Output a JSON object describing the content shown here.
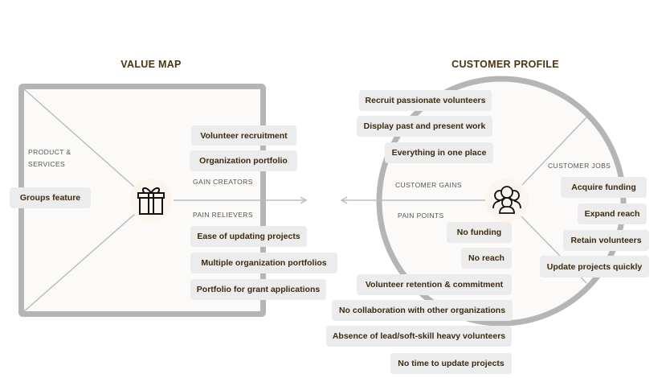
{
  "value_map": {
    "title": "VALUE MAP",
    "products_label": "PRODUCT &",
    "products_label2": "SERVICES",
    "gain_creators_label": "GAIN CREATORS",
    "pain_relievers_label": "PAIN RELIEVERS",
    "products": [
      "Groups feature"
    ],
    "gain_creators": [
      "Volunteer recruitment",
      "Organization portfolio"
    ],
    "pain_relievers": [
      "Ease of updating projects",
      "Multiple organization portfolios",
      "Portfolio for grant applications"
    ],
    "icon": "gift-icon"
  },
  "customer_profile": {
    "title": "CUSTOMER PROFILE",
    "gains_label": "CUSTOMER GAINS",
    "pains_label": "PAIN POINTS",
    "jobs_label": "CUSTOMER JOBS",
    "gains": [
      "Recruit passionate volunteers",
      "Display past and present work",
      "Everything in one place"
    ],
    "pains": [
      "No funding",
      "No reach",
      "Volunteer retention & commitment",
      "No collaboration with other organizations",
      "Absence of lead/soft-skill heavy volunteers",
      "No time to update projects"
    ],
    "jobs": [
      "Acquire funding",
      "Expand reach",
      "Retain volunteers",
      "Update projects quickly"
    ],
    "icon": "users-group-icon"
  },
  "colors": {
    "frame": "#b5b5b5",
    "fill": "#fbfaf8",
    "tag": "#ececec",
    "text": "#3d2a10"
  }
}
